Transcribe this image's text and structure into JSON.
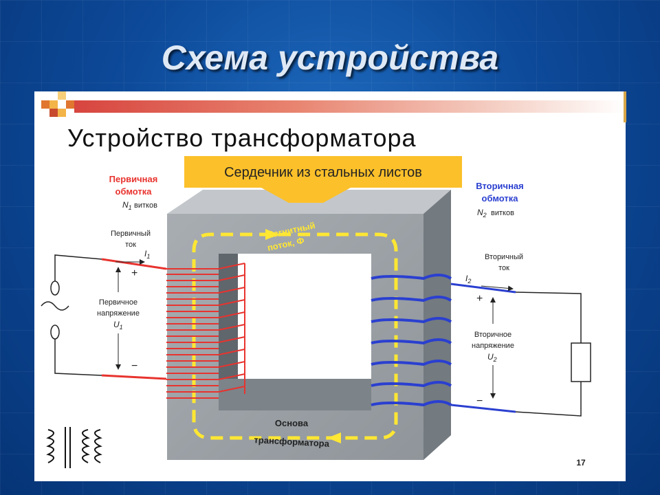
{
  "slide": {
    "title": "Схема устройства",
    "page_number": "17"
  },
  "diagram": {
    "heading": "Устройство трансформатора",
    "core_label": "Сердечник из стальных листов",
    "primary_winding": {
      "line1": "Первичная",
      "line2": "обмотка",
      "n_symbol": "N",
      "n_sub": "1",
      "n_text": "витков"
    },
    "secondary_winding": {
      "line1": "Вторичная",
      "line2": "обмотка",
      "n_symbol": "N",
      "n_sub": "2",
      "n_text": "витков"
    },
    "primary_current": {
      "line1": "Первичный",
      "line2": "ток",
      "symbol": "I",
      "sub": "1"
    },
    "secondary_current": {
      "line1": "Вторичный",
      "line2": "ток",
      "symbol": "I",
      "sub": "2"
    },
    "primary_voltage": {
      "line1": "Первичное",
      "line2": "напряжение",
      "symbol": "U",
      "sub": "1"
    },
    "secondary_voltage": {
      "line1": "Вторичное",
      "line2": "напряжение",
      "symbol": "U",
      "sub": "2"
    },
    "magnetic_flux": {
      "line1": "Магнитный",
      "line2": "поток, Ф"
    },
    "base": {
      "line1": "Основа",
      "line2": "трансформатора"
    },
    "plus": "+",
    "minus": "−",
    "colors": {
      "primary": "#e8332e",
      "secondary": "#2a3fd0",
      "flux": "#ffe733",
      "core": "#9ea4a9",
      "core_label_bg": "#fbc02a"
    }
  }
}
